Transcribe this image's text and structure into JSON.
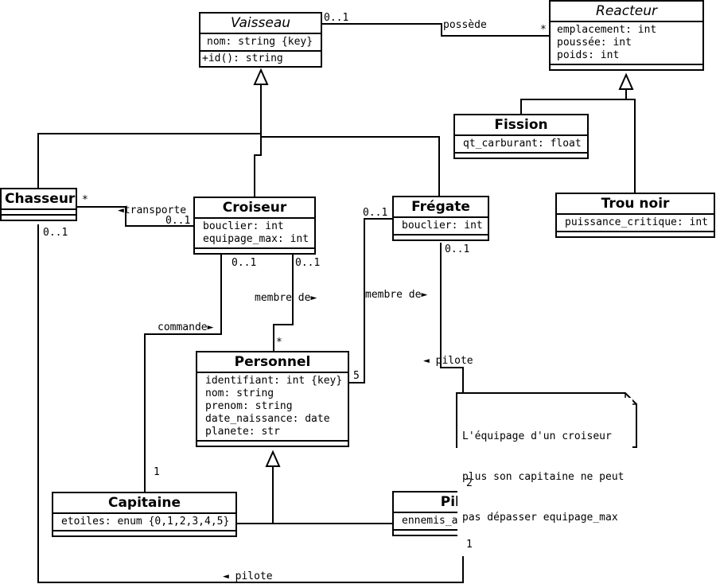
{
  "classes": {
    "vaisseau": {
      "name": "Vaisseau",
      "attrs": [
        "nom: string {key}"
      ],
      "ops": [
        "+id(): string"
      ]
    },
    "reacteur": {
      "name": "Reacteur",
      "attrs": [
        "emplacement: int",
        "poussée: int",
        "poids: int"
      ]
    },
    "fission": {
      "name": "Fission",
      "attrs": [
        "qt_carburant: float"
      ]
    },
    "trou_noir": {
      "name": "Trou noir",
      "attrs": [
        "puissance_critique: int"
      ]
    },
    "chasseur": {
      "name": "Chasseur"
    },
    "croiseur": {
      "name": "Croiseur",
      "attrs": [
        "bouclier: int",
        "equipage_max: int"
      ]
    },
    "fregate": {
      "name": "Frégate",
      "attrs": [
        "bouclier: int"
      ]
    },
    "personnel": {
      "name": "Personnel",
      "attrs": [
        "identifiant: int {key}",
        "nom: string",
        "prenom: string",
        "date_naissance: date",
        "planete: str"
      ]
    },
    "capitaine": {
      "name": "Capitaine",
      "attrs": [
        "etoiles: enum {0,1,2,3,4,5}"
      ]
    },
    "pilote": {
      "name": "Pilote",
      "attrs": [
        "ennemis_abattus: int"
      ]
    }
  },
  "labels": {
    "possede": "possède",
    "mult_vaisseau_reacteur": "0..1",
    "mult_reacteur_star": "*",
    "transporte": "◄transporte",
    "mult_chasseur_star": "*",
    "mult_croiseur_transport": "0..1",
    "mult_chasseur_pilote": "0..1",
    "mult_fregate_membre": "0..1",
    "mult_croiseur_cmd": "0..1",
    "mult_croiseur_membre": "0..1",
    "membre_de_1": "membre de►",
    "membre_de_2": "membre de►",
    "mult_personnel_star": "*",
    "mult_personnel_5": "5",
    "commande": "commande►",
    "mult_capitaine_1": "1",
    "mult_fregate_pilote": "0..1",
    "pilote_1": "◄ pilote",
    "mult_pilote_2": "2",
    "mult_pilote_1": "1",
    "pilote_2": "◄ pilote"
  },
  "note": {
    "lines": [
      "L'équipage d'un croiseur",
      "plus son capitaine ne peut",
      "pas dépasser equipage_max"
    ]
  }
}
